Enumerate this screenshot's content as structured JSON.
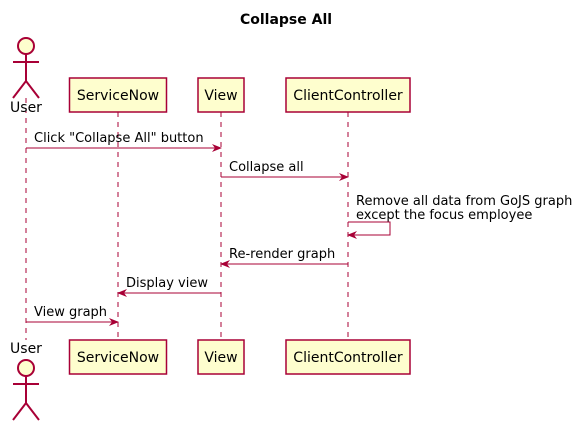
{
  "diagram": {
    "title": "Collapse All",
    "participants": [
      {
        "id": "user",
        "kind": "actor",
        "label": "User"
      },
      {
        "id": "servicenow",
        "kind": "participant",
        "label": "ServiceNow"
      },
      {
        "id": "view",
        "kind": "participant",
        "label": "View"
      },
      {
        "id": "clientcontroller",
        "kind": "participant",
        "label": "ClientController"
      }
    ],
    "messages": [
      {
        "from": "user",
        "to": "view",
        "lines": [
          "Click \"Collapse All\" button"
        ]
      },
      {
        "from": "view",
        "to": "clientcontroller",
        "lines": [
          "Collapse all"
        ]
      },
      {
        "from": "clientcontroller",
        "to": "clientcontroller",
        "lines": [
          "Remove all data from GoJS graph",
          " except the focus employee"
        ]
      },
      {
        "from": "clientcontroller",
        "to": "view",
        "lines": [
          "Re-render graph"
        ]
      },
      {
        "from": "view",
        "to": "servicenow",
        "lines": [
          "Display view"
        ]
      },
      {
        "from": "user",
        "to": "servicenow",
        "lines": [
          "View graph"
        ]
      }
    ]
  },
  "colors": {
    "line": "#A80036",
    "box_fill": "#FEFECE",
    "lifeline": "#A80036",
    "text": "#000000"
  }
}
